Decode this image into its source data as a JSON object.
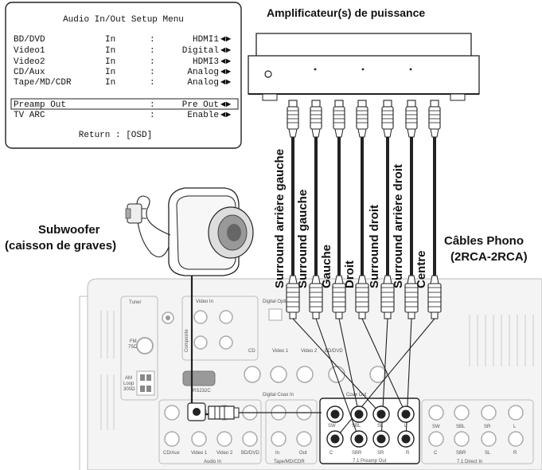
{
  "osd": {
    "title": "Audio In/Out Setup Menu",
    "rows": [
      {
        "label": "BD/DVD",
        "mode": "In",
        "sep": ":",
        "value": "HDMI1"
      },
      {
        "label": "Video1",
        "mode": "In",
        "sep": ":",
        "value": "Digital"
      },
      {
        "label": "Video2",
        "mode": "In",
        "sep": ":",
        "value": "HDMI3"
      },
      {
        "label": "CD/Aux",
        "mode": "In",
        "sep": ":",
        "value": "Analog"
      },
      {
        "label": "Tape/MD/CDR",
        "mode": "In",
        "sep": ":",
        "value": "Analog"
      }
    ],
    "highlight": {
      "label": "Preamp Out",
      "sep": ":",
      "value": "Pre Out"
    },
    "tv_arc": {
      "label": "TV ARC",
      "sep": ":",
      "value": "Enable"
    },
    "arrows": "◄►",
    "footer": "Return : [OSD]"
  },
  "amplifier_label": "Amplificateur(s) de puissance",
  "subwoofer_label": {
    "line1": "Subwoofer",
    "line2": "(caisson de graves)"
  },
  "cables_label": {
    "line1": "Câbles Phono",
    "line2": "(2RCA-2RCA)"
  },
  "channels": [
    "Surround arrière gauche",
    "Surround gauche",
    "Gauche",
    "Droit",
    "Surround droit",
    "Surround arrière droit",
    "Centre"
  ],
  "panel": {
    "tuner": "Tuner",
    "fm": "FM",
    "fm_ohm": "75Ω",
    "am": "AM",
    "am_loop": "Loop",
    "am_ohm": "300Ω",
    "video_in": "Video In",
    "digital_optical": "Digital Optical In",
    "composite": "Composite",
    "rs232": "RS232C",
    "cd": "CD",
    "video1": "Video 1",
    "video2": "Video 2",
    "bddvd": "BD/DVD",
    "digital_coax": "Digital Coax In",
    "coax_out": "Coax Out",
    "audio_in_labels": [
      "CD/Aux",
      "Video 1",
      "Video 2",
      "BD/DVD"
    ],
    "audio_in": "Audio In",
    "tape_labels": [
      "In",
      "Out"
    ],
    "tape": "Tape/MD/CDR",
    "preamp_top": [
      "SW",
      "SBL",
      "SL",
      "L"
    ],
    "preamp_bottom": [
      "C",
      "SBR",
      "SR",
      "R"
    ],
    "preamp_out": "7.1 Preamp Out",
    "direct_top": [
      "SW",
      "SBL",
      "SR",
      "L"
    ],
    "direct_bottom": [
      "C",
      "SBR",
      "SL",
      "R"
    ],
    "direct_in": "7.1 Direct In"
  }
}
